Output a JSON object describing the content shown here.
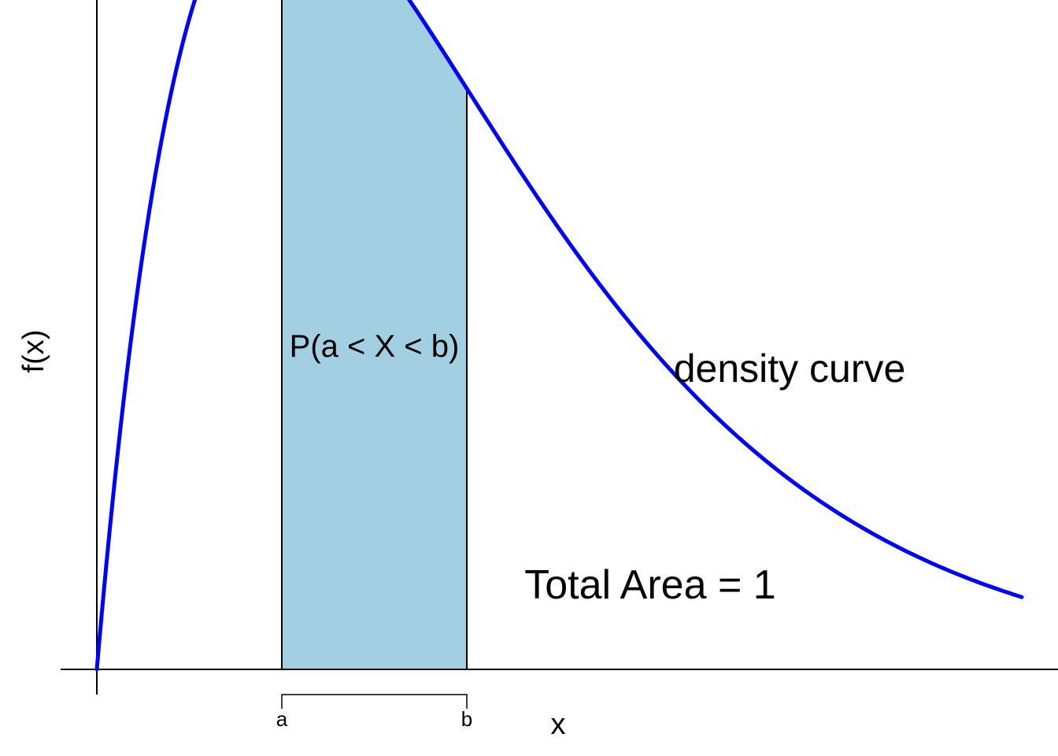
{
  "chart_data": {
    "type": "area",
    "title": "",
    "xlabel": "x",
    "ylabel": "f(x)",
    "xlim": [
      0,
      10
    ],
    "ylim": [
      0,
      0.2
    ],
    "distribution": "gamma",
    "shape": 2,
    "scale": 2,
    "curve_x_range": [
      0,
      10
    ],
    "shaded_interval": {
      "a": 2,
      "b": 4,
      "label": "P(a < X < b)"
    },
    "ticks": {
      "a_label": "a",
      "b_label": "b"
    },
    "annotations": {
      "curve_label": "density curve",
      "area_label": "Total Area = 1"
    },
    "grid": false,
    "legend": "none",
    "colors": {
      "curve": "#0000ff",
      "shaded_region": "#a2cfe1",
      "axes": "#000000"
    }
  }
}
